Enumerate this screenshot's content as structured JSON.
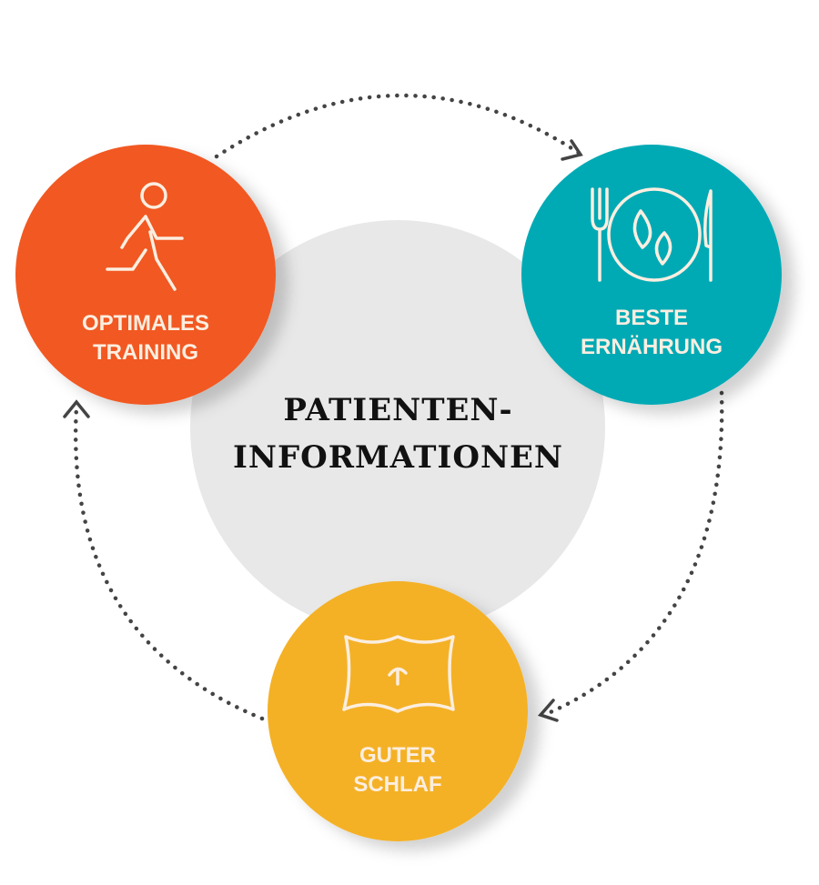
{
  "center": {
    "line1": "PATIENTEN-",
    "line2": "INFORMATIONEN"
  },
  "nodes": [
    {
      "line1": "OPTIMALES",
      "line2": "TRAINING",
      "icon": "running-person-icon",
      "color": "#f25924"
    },
    {
      "line1": "BESTE",
      "line2": "ERNÄHRUNG",
      "icon": "plate-cutlery-icon",
      "color": "#00aab5"
    },
    {
      "line1": "GUTER",
      "line2": "SCHLAF",
      "icon": "pillow-icon",
      "color": "#f4b127"
    }
  ],
  "colors": {
    "hub": "#e8e8e8",
    "arrow": "#444444"
  }
}
